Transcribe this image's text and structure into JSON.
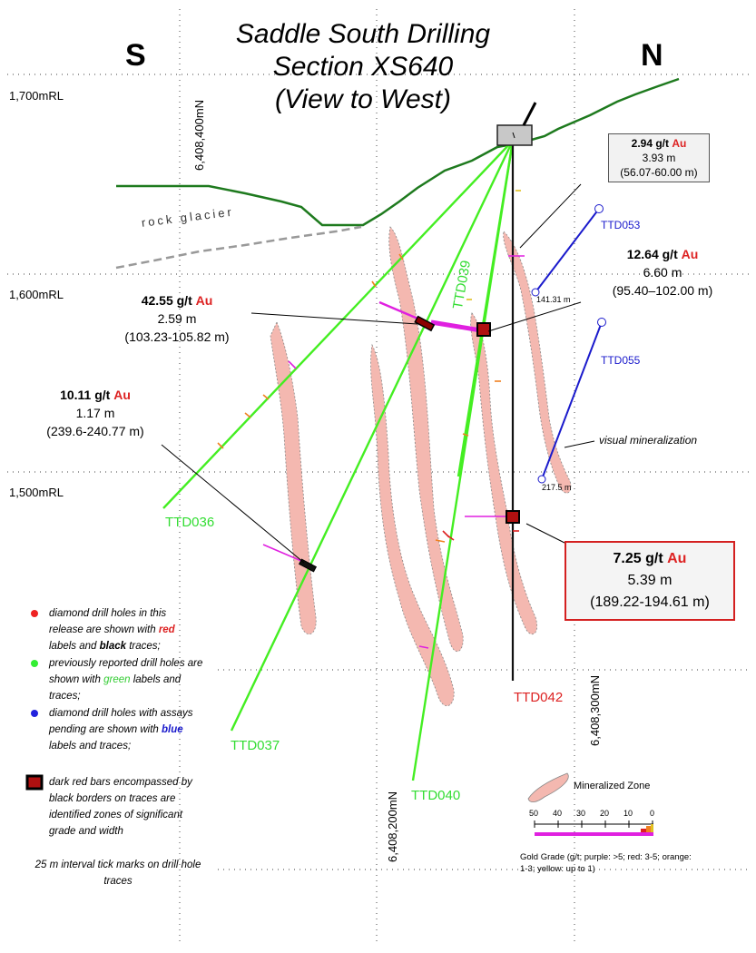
{
  "title": {
    "line1": "Saddle South Drilling",
    "line2": "Section XS640",
    "line3": "(View to West)"
  },
  "directions": {
    "south": "S",
    "north": "N"
  },
  "elevations": [
    "1,700mRL",
    "1,600mRL",
    "1,500mRL"
  ],
  "northings": [
    "6,408,400mN",
    "6,408,300mN",
    "6,408,200mN"
  ],
  "terrain_label": "rock glacier",
  "drill_holes": {
    "ttd036": "TTD036",
    "ttd037": "TTD037",
    "ttd039": "TTD039",
    "ttd040": "TTD040",
    "ttd042": "TTD042",
    "ttd053": "TTD053",
    "ttd055": "TTD055"
  },
  "depth_labels": {
    "ttd053_end": "141.31 m",
    "ttd055_end": "217.5 m"
  },
  "mineralization_note": "visual mineralization",
  "intercepts": {
    "a": {
      "grade": "2.94 g/t",
      "element": "Au",
      "width": "3.93 m",
      "interval": "(56.07-60.00 m)"
    },
    "b": {
      "grade": "12.64 g/t",
      "element": "Au",
      "width": "6.60 m",
      "interval": "(95.40–102.00 m)"
    },
    "c": {
      "grade": "42.55 g/t",
      "element": "Au",
      "width": "2.59 m",
      "interval": "(103.23-105.82 m)"
    },
    "d": {
      "grade": "10.11 g/t",
      "element": "Au",
      "width": "1.17 m",
      "interval": "(239.6-240.77 m)"
    },
    "e": {
      "grade": "7.25 g/t",
      "element": "Au",
      "width": "5.39 m",
      "interval": "(189.22-194.61 m)"
    }
  },
  "legend": {
    "red_pre": "diamond drill holes in this release are shown with ",
    "red_word": "red",
    "red_mid": " labels and ",
    "black_word": "black",
    "red_post": " traces;",
    "green_pre": "previously reported drill holes are shown with ",
    "green_word": "green",
    "green_post": " labels and traces;",
    "blue_pre": "diamond drill holes with assays pending are shown with ",
    "blue_word": "blue",
    "blue_post": " labels and traces;",
    "bars": "dark red bars encompassed by black borders on traces are identified zones of significant grade and width",
    "ticks": "25 m interval tick marks on drill hole traces",
    "zone_label": "Mineralized Zone",
    "scale_ticks": [
      "50",
      "40",
      "30",
      "20",
      "10",
      "0"
    ],
    "grade_label": "Gold Grade (g/t; purple: >5; red: 3-5; orange: 1-3; yellow: up to 1)"
  },
  "colors": {
    "previous": "#33dd33",
    "release": "#dd2222",
    "pending": "#1a1acc",
    "terrain": "#1e7a1e",
    "zone_fill": "#f4b8b0",
    "high_grade": "#e020e0"
  }
}
